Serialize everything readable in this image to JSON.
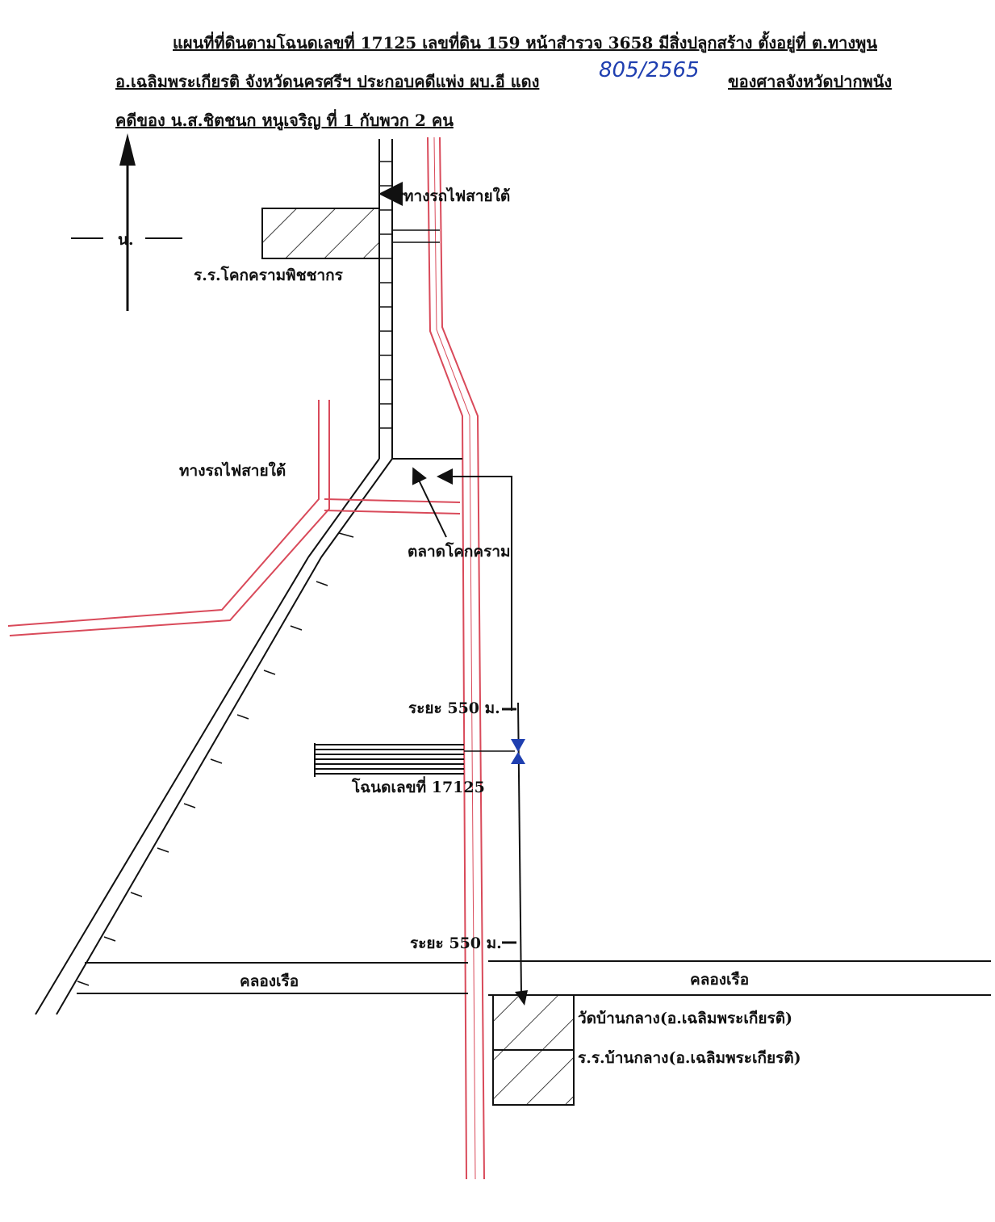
{
  "header": {
    "line1": "แผนที่ที่ดินตามโฉนดเลขที่ 17125 เลขที่ดิน 159 หน้าสำรวจ 3658 มีสิ่งปลูกสร้าง ตั้งอยู่ที่ ต.ทางพูน",
    "line2": "อ.เฉลิมพระเกียรติ จังหวัดนครศรีฯ ประกอบคดีแพ่ง ผบ.อี แดง",
    "case_number_handwritten": "805/2565",
    "line2_end": "ของศาลจังหวัดปากพนัง",
    "line3": "คดีของ น.ส.ชิตชนก หนูเจริญ ที่ 1 กับพวก 2 คน"
  },
  "compass": {
    "north_label": "น."
  },
  "labels": {
    "railway_top": "ทางรถไฟสายใต้",
    "railway_left": "ทางรถไฟสายใต้",
    "school_top": "ร.ร.โคกครามพิชชากร",
    "market": "ตลาดโคกคราม",
    "distance_1": "ระยะ 550 ม.",
    "distance_2": "ระยะ 550 ม.",
    "deed": "โฉนดเลขที่ 17125",
    "canal_left": "คลองเรือ",
    "canal_right": "คลองเรือ",
    "temple": "วัดบ้านกลาง(อ.เฉลิมพระเกียรติ)",
    "school_bottom": "ร.ร.บ้านกลาง(อ.เฉลิมพระเกียรติ)"
  },
  "colors": {
    "road_red": "#d94a5a",
    "ink": "#111111",
    "handwriting_blue": "#1f3fb0",
    "marker_blue": "#1f3fb0"
  }
}
